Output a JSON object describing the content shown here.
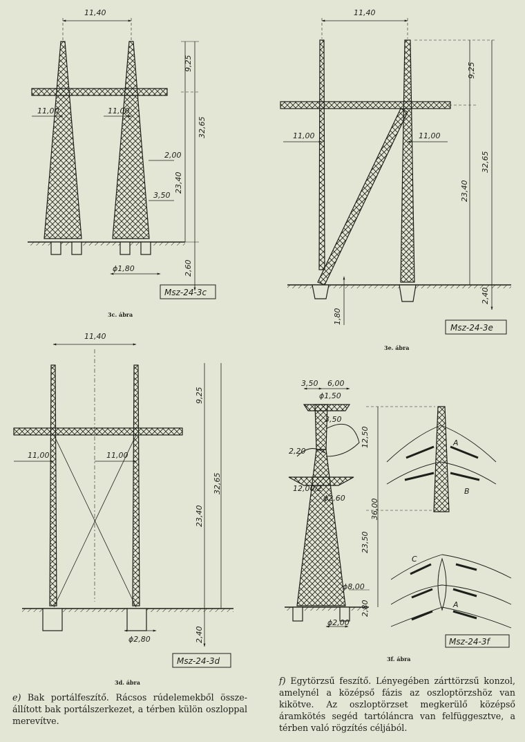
{
  "figures": {
    "fig_3c": {
      "label": "3c. ábra",
      "code": "Msz-24-3c",
      "dims": {
        "width": "11,40",
        "top": "9,25",
        "left_arm": "11,00",
        "right_arm": "11,00",
        "total": "32,65",
        "leg_top": "2,00",
        "mid": "23,40",
        "leg_base": "3,50",
        "foot_dia": "ϕ1,80",
        "bottom": "2,60"
      }
    },
    "fig_3e": {
      "label": "3e. ábra",
      "code": "Msz-24-3e",
      "dims": {
        "width": "11,40",
        "top": "9,25",
        "left_arm": "11,00",
        "right_arm": "11,00",
        "total": "32,65",
        "mid": "23,40",
        "bottom": "2,40",
        "strut_base": "1,80"
      }
    },
    "fig_3d": {
      "label": "3d. ábra",
      "code": "Msz-24-3d",
      "dims": {
        "width": "11,40",
        "top": "9,25",
        "left_arm": "11,00",
        "right_arm": "11,00",
        "total": "32,65",
        "mid": "23,40",
        "foot_dia": "ϕ2,80",
        "bottom": "2,40"
      }
    },
    "fig_3f": {
      "label": "3f. ábra",
      "code": "Msz-24-3f",
      "dims": {
        "w1": "3,50",
        "w2": "6,00",
        "head_dia": "ϕ1,50",
        "head_w": "3,50",
        "h1": "12,50",
        "arm_h": "2,20",
        "arm_l": "12,00/2",
        "body_dia": "ϕ2,60",
        "total": "36,00",
        "mid": "23,50",
        "base_dia": "ϕ8,00",
        "bottom": "2,80",
        "foot_dia": "ϕ2,00",
        "A": "A",
        "B": "B",
        "C": "C",
        "A2": "A"
      }
    }
  },
  "captions": {
    "e": {
      "lead": "e)",
      "title": "Bak portálfeszítő.",
      "body": "Rácsos rúdelemekből össze­állított bak portálszerkezet, a térben külön osz­loppal merevítve."
    },
    "f": {
      "lead": "f)",
      "title": "Egytörzsű feszítő.",
      "body": "Lényegében zárttörzsű konzol, amelynél a középső fázis az oszloptörzshöz van kikötve. Az oszloptörzset megkerülő középső áramkötés segéd tartóláncra van felfüggesztve, a térben való rögzítés céljából."
    }
  }
}
